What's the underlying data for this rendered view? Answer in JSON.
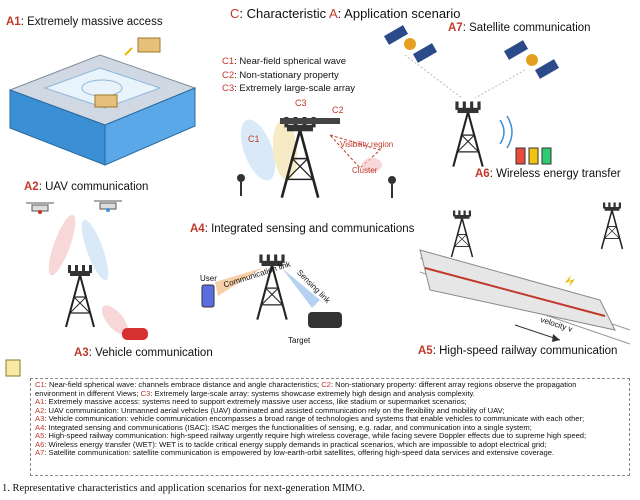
{
  "center_title": {
    "prefix": "C",
    "mid": ": Characteristic ",
    "prefix2": "A",
    "rest": ": Application scenario"
  },
  "characteristics": [
    {
      "tag": "C1",
      "text": ": Near-field spherical wave"
    },
    {
      "tag": "C2",
      "text": ": Non-stationary property"
    },
    {
      "tag": "C3",
      "text": ": Extremely large-scale array"
    }
  ],
  "scenarios": {
    "a1": {
      "tag": "A1",
      "text": ": Extremely massive access"
    },
    "a2": {
      "tag": "A2",
      "text": ": UAV communication"
    },
    "a3": {
      "tag": "A3",
      "text": ": Vehicle communication"
    },
    "a4": {
      "tag": "A4",
      "text": ": Integrated sensing and communications"
    },
    "a5": {
      "tag": "A5",
      "text": ": High-speed railway communication"
    },
    "a6": {
      "tag": "A6",
      "text": ": Wireless energy transfer"
    },
    "a7": {
      "tag": "A7",
      "text": ": Satellite communication"
    }
  },
  "diagram_labels": {
    "c1": "C1",
    "c2": "C2",
    "c3": "C3",
    "visibility": "Visibility region",
    "cluster": "Cluster",
    "user": "User",
    "target": "Target",
    "comm_link": "Communication link",
    "sensing_link": "Sensing link",
    "velocity": "velocity v"
  },
  "legend": [
    {
      "tag": "C1",
      "text": ": Near-field spherical wave: channels embrace distance and angle characteristics; ",
      "tag2": "C2",
      "text2": ": Non-stationary property: different array regions observe the propagation"
    },
    {
      "tag": "",
      "text": "environment in different Views; ",
      "tag2": "C3",
      "text2": ": Extremely large-scale array: systems showcase extremely high design and analysis complexity."
    },
    {
      "tag": "A1",
      "text": ": Extremely massive access: systems need to support extremely massive user access, like stadium or supermarket scenarios;",
      "tag2": "",
      "text2": ""
    },
    {
      "tag": "A2",
      "text": ": UAV communication: Unmanned aerial vehicles (UAV) dominated and assisted communication rely on the flexibility and mobility of UAV;",
      "tag2": "",
      "text2": ""
    },
    {
      "tag": "A3",
      "text": ": Vehicle communication: vehicle communication encompasses a broad range of technologies and systems that enable vehicles to communicate with each other;",
      "tag2": "",
      "text2": ""
    },
    {
      "tag": "A4",
      "text": ": Integrated sensing and communications (ISAC): ISAC merges the functionalities of sensing, e.g. radar, and communication into a single system;",
      "tag2": "",
      "text2": ""
    },
    {
      "tag": "A5",
      "text": ": High-speed railway communication: high-speed railway urgently require high wireless coverage, while facing severe Doppler effects due to supreme high speed;",
      "tag2": "",
      "text2": ""
    },
    {
      "tag": "A6",
      "text": ": Wireless energy transfer (WET): WET is to tackle critical energy supply demands in practical scenarios, which are impossible to adopt electrical grid;",
      "tag2": "",
      "text2": ""
    },
    {
      "tag": "A7",
      "text": ": Satellite communication: satellite communication is empowered by low-earth-orbit satellites, offering high-speed data services and extensive coverage.",
      "tag2": "",
      "text2": ""
    }
  ],
  "caption": "1.  Representative characteristics and application scenarios for next-generation MIMO."
}
